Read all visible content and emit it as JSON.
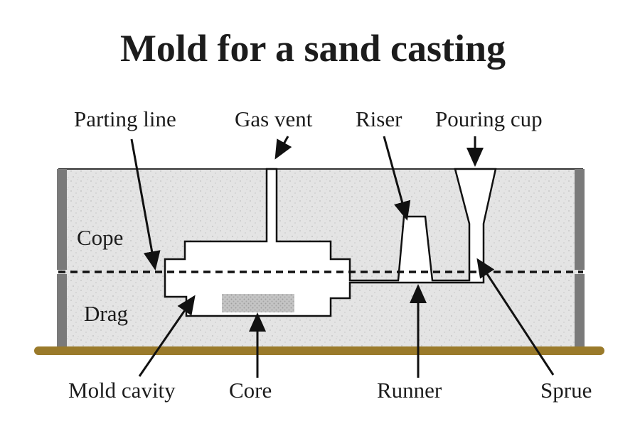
{
  "title": "Mold for a sand casting",
  "labels": {
    "parting_line": "Parting line",
    "gas_vent": "Gas vent",
    "riser": "Riser",
    "pouring_cup": "Pouring cup",
    "cope": "Cope",
    "drag": "Drag",
    "mold_cavity": "Mold cavity",
    "core": "Core",
    "runner": "Runner",
    "sprue": "Sprue"
  },
  "colors": {
    "sand": "#e4e4e4",
    "sand_speckle": "#c9c9c9",
    "flask_side": "#7a7a7a",
    "base_plate": "#9a7a2a",
    "core_fill": "#bdbdbd",
    "outline": "#111111"
  }
}
